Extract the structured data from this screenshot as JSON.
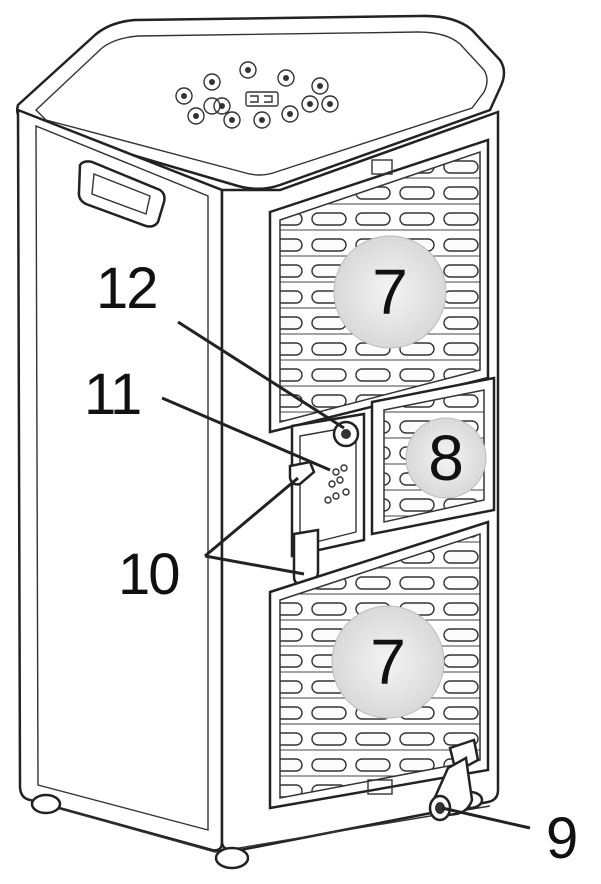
{
  "callouts": {
    "label_12": "12",
    "label_11": "11",
    "label_10": "10",
    "label_9": "9"
  },
  "badges": {
    "upper_filter": "7",
    "lower_filter": "7",
    "middle_filter": "8"
  }
}
